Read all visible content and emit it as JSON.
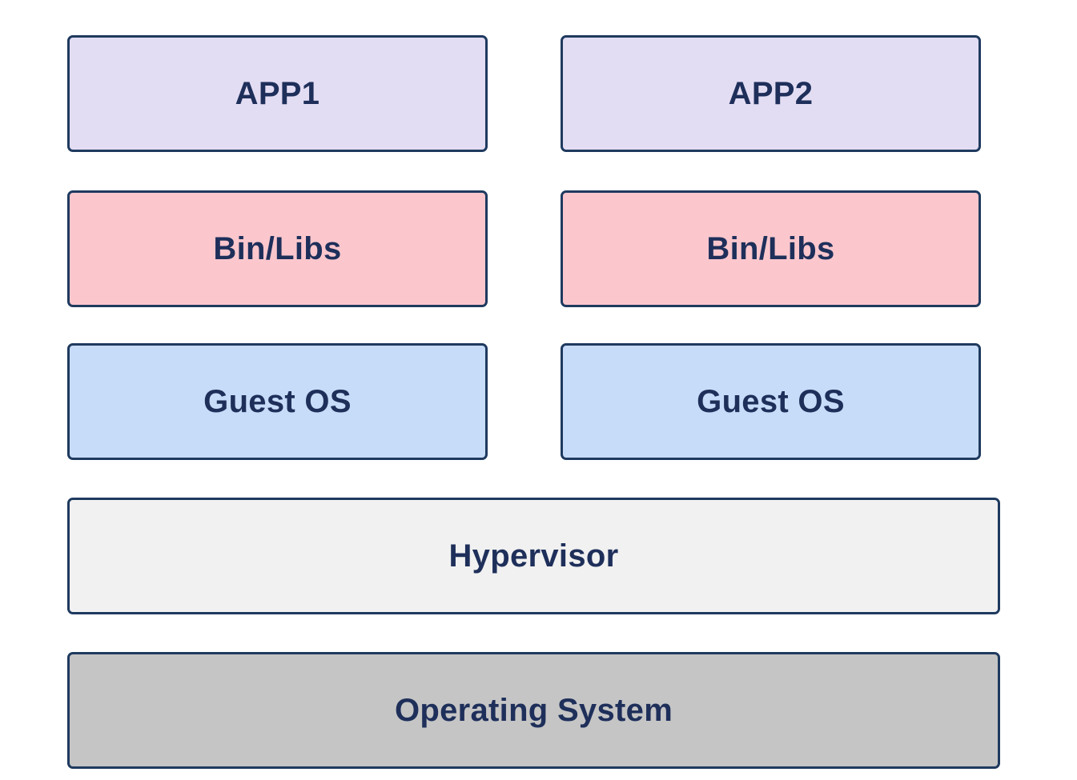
{
  "stacks": [
    {
      "app": "APP1",
      "libs": "Bin/Libs",
      "guest_os": "Guest OS"
    },
    {
      "app": "APP2",
      "libs": "Bin/Libs",
      "guest_os": "Guest OS"
    }
  ],
  "hypervisor": "Hypervisor",
  "host_os": "Operating System",
  "colors": {
    "app": "#e3ddf3",
    "libs": "#fbc7cd",
    "guest_os": "#c7dcf8",
    "hypervisor": "#f1f1f1",
    "host_os": "#c5c5c5",
    "border": "#1f3a5f",
    "text": "#1e2f5a"
  }
}
